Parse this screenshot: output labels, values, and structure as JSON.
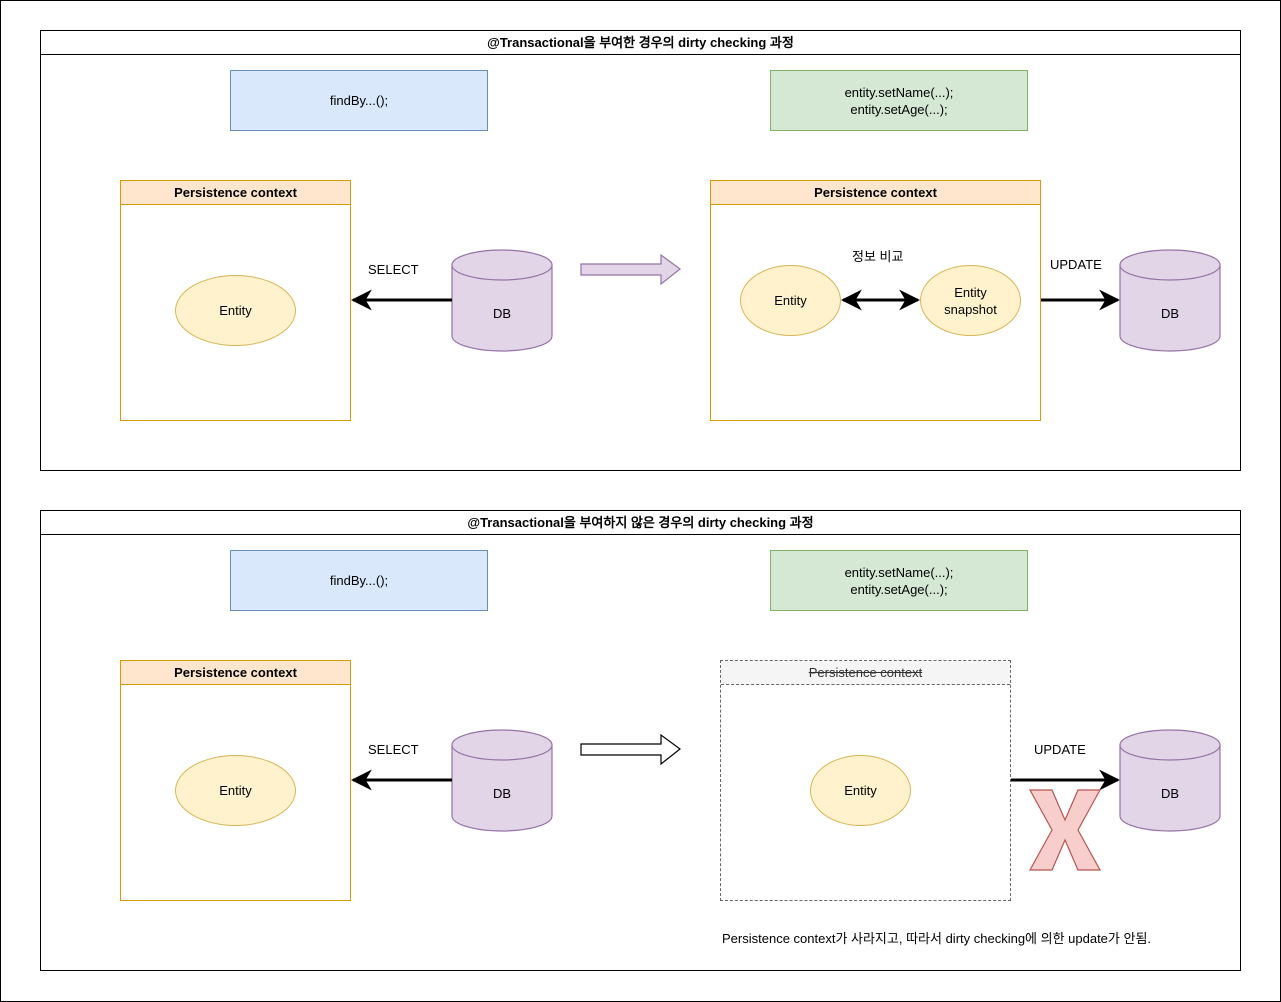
{
  "panels": [
    {
      "title": "@Transactional을 부여한 경우의 dirty checking 과정",
      "left_code": "findBy...();",
      "right_code": "entity.setName(...);\nentity.setAge(...);",
      "left_context": {
        "title": "Persistence context",
        "entity": "Entity"
      },
      "right_context": {
        "title": "Persistence context",
        "entity": "Entity",
        "snapshot": "Entity\nsnapshot",
        "compare_label": "정보 비교"
      },
      "select_label": "SELECT",
      "update_label": "UPDATE",
      "db_left": "DB",
      "db_right": "DB"
    },
    {
      "title": "@Transactional을 부여하지 않은 경우의 dirty checking 과정",
      "left_code": "findBy...();",
      "right_code": "entity.setName(...);\nentity.setAge(...);",
      "left_context": {
        "title": "Persistence context",
        "entity": "Entity"
      },
      "right_context": {
        "title": "Persistence context",
        "entity": "Entity"
      },
      "select_label": "SELECT",
      "update_label": "UPDATE",
      "db_left": "DB",
      "db_right": "DB",
      "note": "Persistence context가 사라지고, 따라서 dirty checking에 의한 update가 안됨."
    }
  ],
  "colors": {
    "code_blue_fill": "#dae8fc",
    "code_green_fill": "#d5e8d4",
    "context_header_fill": "#ffe6cc",
    "entity_fill": "#fff2cc",
    "db_fill": "#e1d5e7",
    "db_stroke": "#9673a6",
    "cross_fill": "#f8cecc",
    "cross_stroke": "#b85450"
  }
}
